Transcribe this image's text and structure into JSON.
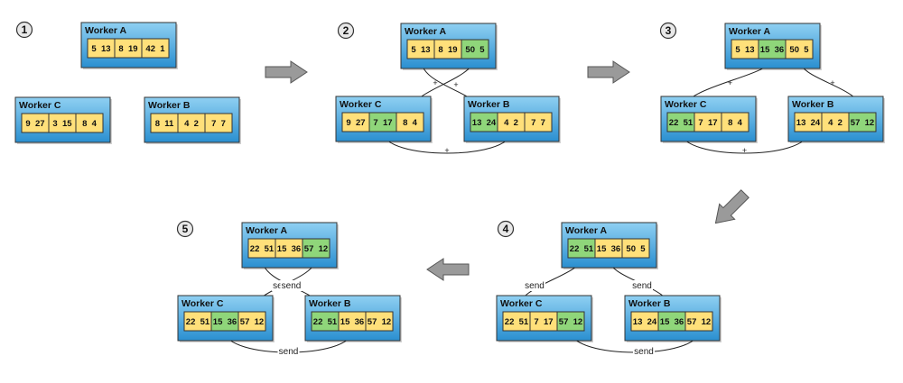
{
  "colors": {
    "box_top": "#8fd0f2",
    "box_bottom": "#2a8fd0",
    "box_stroke": "#333333",
    "cell_plain": "#ffe07a",
    "cell_highlight": "#8fd67a",
    "cell_stroke": "#333333",
    "arrow_fill": "#9a9a9a",
    "arrow_stroke": "#555555",
    "link": "#222222"
  },
  "panels": [
    {
      "step": "1",
      "workers": [
        {
          "id": "A",
          "name": "Worker A",
          "cells": [
            {
              "text": "5  13",
              "hl": false
            },
            {
              "text": "8  19",
              "hl": false
            },
            {
              "text": "42  1",
              "hl": false
            }
          ]
        },
        {
          "id": "C",
          "name": "Worker C",
          "cells": [
            {
              "text": "9  27",
              "hl": false
            },
            {
              "text": "3  15",
              "hl": false
            },
            {
              "text": "8  4",
              "hl": false
            }
          ]
        },
        {
          "id": "B",
          "name": "Worker B",
          "cells": [
            {
              "text": "8  11",
              "hl": false
            },
            {
              "text": "4  2",
              "hl": false
            },
            {
              "text": "7  7",
              "hl": false
            }
          ]
        }
      ],
      "links": []
    },
    {
      "step": "2",
      "workers": [
        {
          "id": "A",
          "name": "Worker A",
          "cells": [
            {
              "text": "5  13",
              "hl": false
            },
            {
              "text": "8  19",
              "hl": false
            },
            {
              "text": "50  5",
              "hl": true
            }
          ]
        },
        {
          "id": "C",
          "name": "Worker C",
          "cells": [
            {
              "text": "9  27",
              "hl": false
            },
            {
              "text": "7  17",
              "hl": true
            },
            {
              "text": "8  4",
              "hl": false
            }
          ]
        },
        {
          "id": "B",
          "name": "Worker B",
          "cells": [
            {
              "text": "13  24",
              "hl": true
            },
            {
              "text": "4  2",
              "hl": false
            },
            {
              "text": "7  7",
              "hl": false
            }
          ]
        }
      ],
      "links": [
        {
          "label": "+",
          "role": "plus"
        },
        {
          "label": "+",
          "role": "plus"
        },
        {
          "label": "+",
          "role": "plus"
        }
      ]
    },
    {
      "step": "3",
      "workers": [
        {
          "id": "A",
          "name": "Worker A",
          "cells": [
            {
              "text": "5  13",
              "hl": false
            },
            {
              "text": "15  36",
              "hl": true
            },
            {
              "text": "50  5",
              "hl": false
            }
          ]
        },
        {
          "id": "C",
          "name": "Worker C",
          "cells": [
            {
              "text": "22  51",
              "hl": true
            },
            {
              "text": "7  17",
              "hl": false
            },
            {
              "text": "8  4",
              "hl": false
            }
          ]
        },
        {
          "id": "B",
          "name": "Worker B",
          "cells": [
            {
              "text": "13  24",
              "hl": false
            },
            {
              "text": "4  2",
              "hl": false
            },
            {
              "text": "57  12",
              "hl": true
            }
          ]
        }
      ],
      "links": [
        {
          "label": "+",
          "role": "plus"
        },
        {
          "label": "+",
          "role": "plus"
        },
        {
          "label": "+",
          "role": "plus"
        }
      ]
    },
    {
      "step": "4",
      "workers": [
        {
          "id": "A",
          "name": "Worker A",
          "cells": [
            {
              "text": "22  51",
              "hl": true
            },
            {
              "text": "15  36",
              "hl": false
            },
            {
              "text": "50  5",
              "hl": false
            }
          ]
        },
        {
          "id": "C",
          "name": "Worker C",
          "cells": [
            {
              "text": "22  51",
              "hl": false
            },
            {
              "text": "7  17",
              "hl": false
            },
            {
              "text": "57  12",
              "hl": true
            }
          ]
        },
        {
          "id": "B",
          "name": "Worker B",
          "cells": [
            {
              "text": "13  24",
              "hl": false
            },
            {
              "text": "15  36",
              "hl": true
            },
            {
              "text": "57  12",
              "hl": false
            }
          ]
        }
      ],
      "links": [
        {
          "label": "send",
          "role": "send"
        },
        {
          "label": "send",
          "role": "send"
        },
        {
          "label": "send",
          "role": "send"
        }
      ]
    },
    {
      "step": "5",
      "workers": [
        {
          "id": "A",
          "name": "Worker A",
          "cells": [
            {
              "text": "22  51",
              "hl": false
            },
            {
              "text": "15  36",
              "hl": false
            },
            {
              "text": "57  12",
              "hl": true
            }
          ]
        },
        {
          "id": "C",
          "name": "Worker C",
          "cells": [
            {
              "text": "22  51",
              "hl": false
            },
            {
              "text": "15  36",
              "hl": true
            },
            {
              "text": "57  12",
              "hl": false
            }
          ]
        },
        {
          "id": "B",
          "name": "Worker B",
          "cells": [
            {
              "text": "22  51",
              "hl": true
            },
            {
              "text": "15  36",
              "hl": false
            },
            {
              "text": "57  12",
              "hl": false
            }
          ]
        }
      ],
      "links": [
        {
          "label": "send",
          "role": "send"
        },
        {
          "label": "send",
          "role": "send"
        },
        {
          "label": "send",
          "role": "send"
        }
      ]
    }
  ],
  "transitions": [
    {
      "from": "1",
      "to": "2",
      "direction": "right"
    },
    {
      "from": "2",
      "to": "3",
      "direction": "right"
    },
    {
      "from": "3",
      "to": "4",
      "direction": "down-left"
    },
    {
      "from": "4",
      "to": "5",
      "direction": "left"
    }
  ]
}
